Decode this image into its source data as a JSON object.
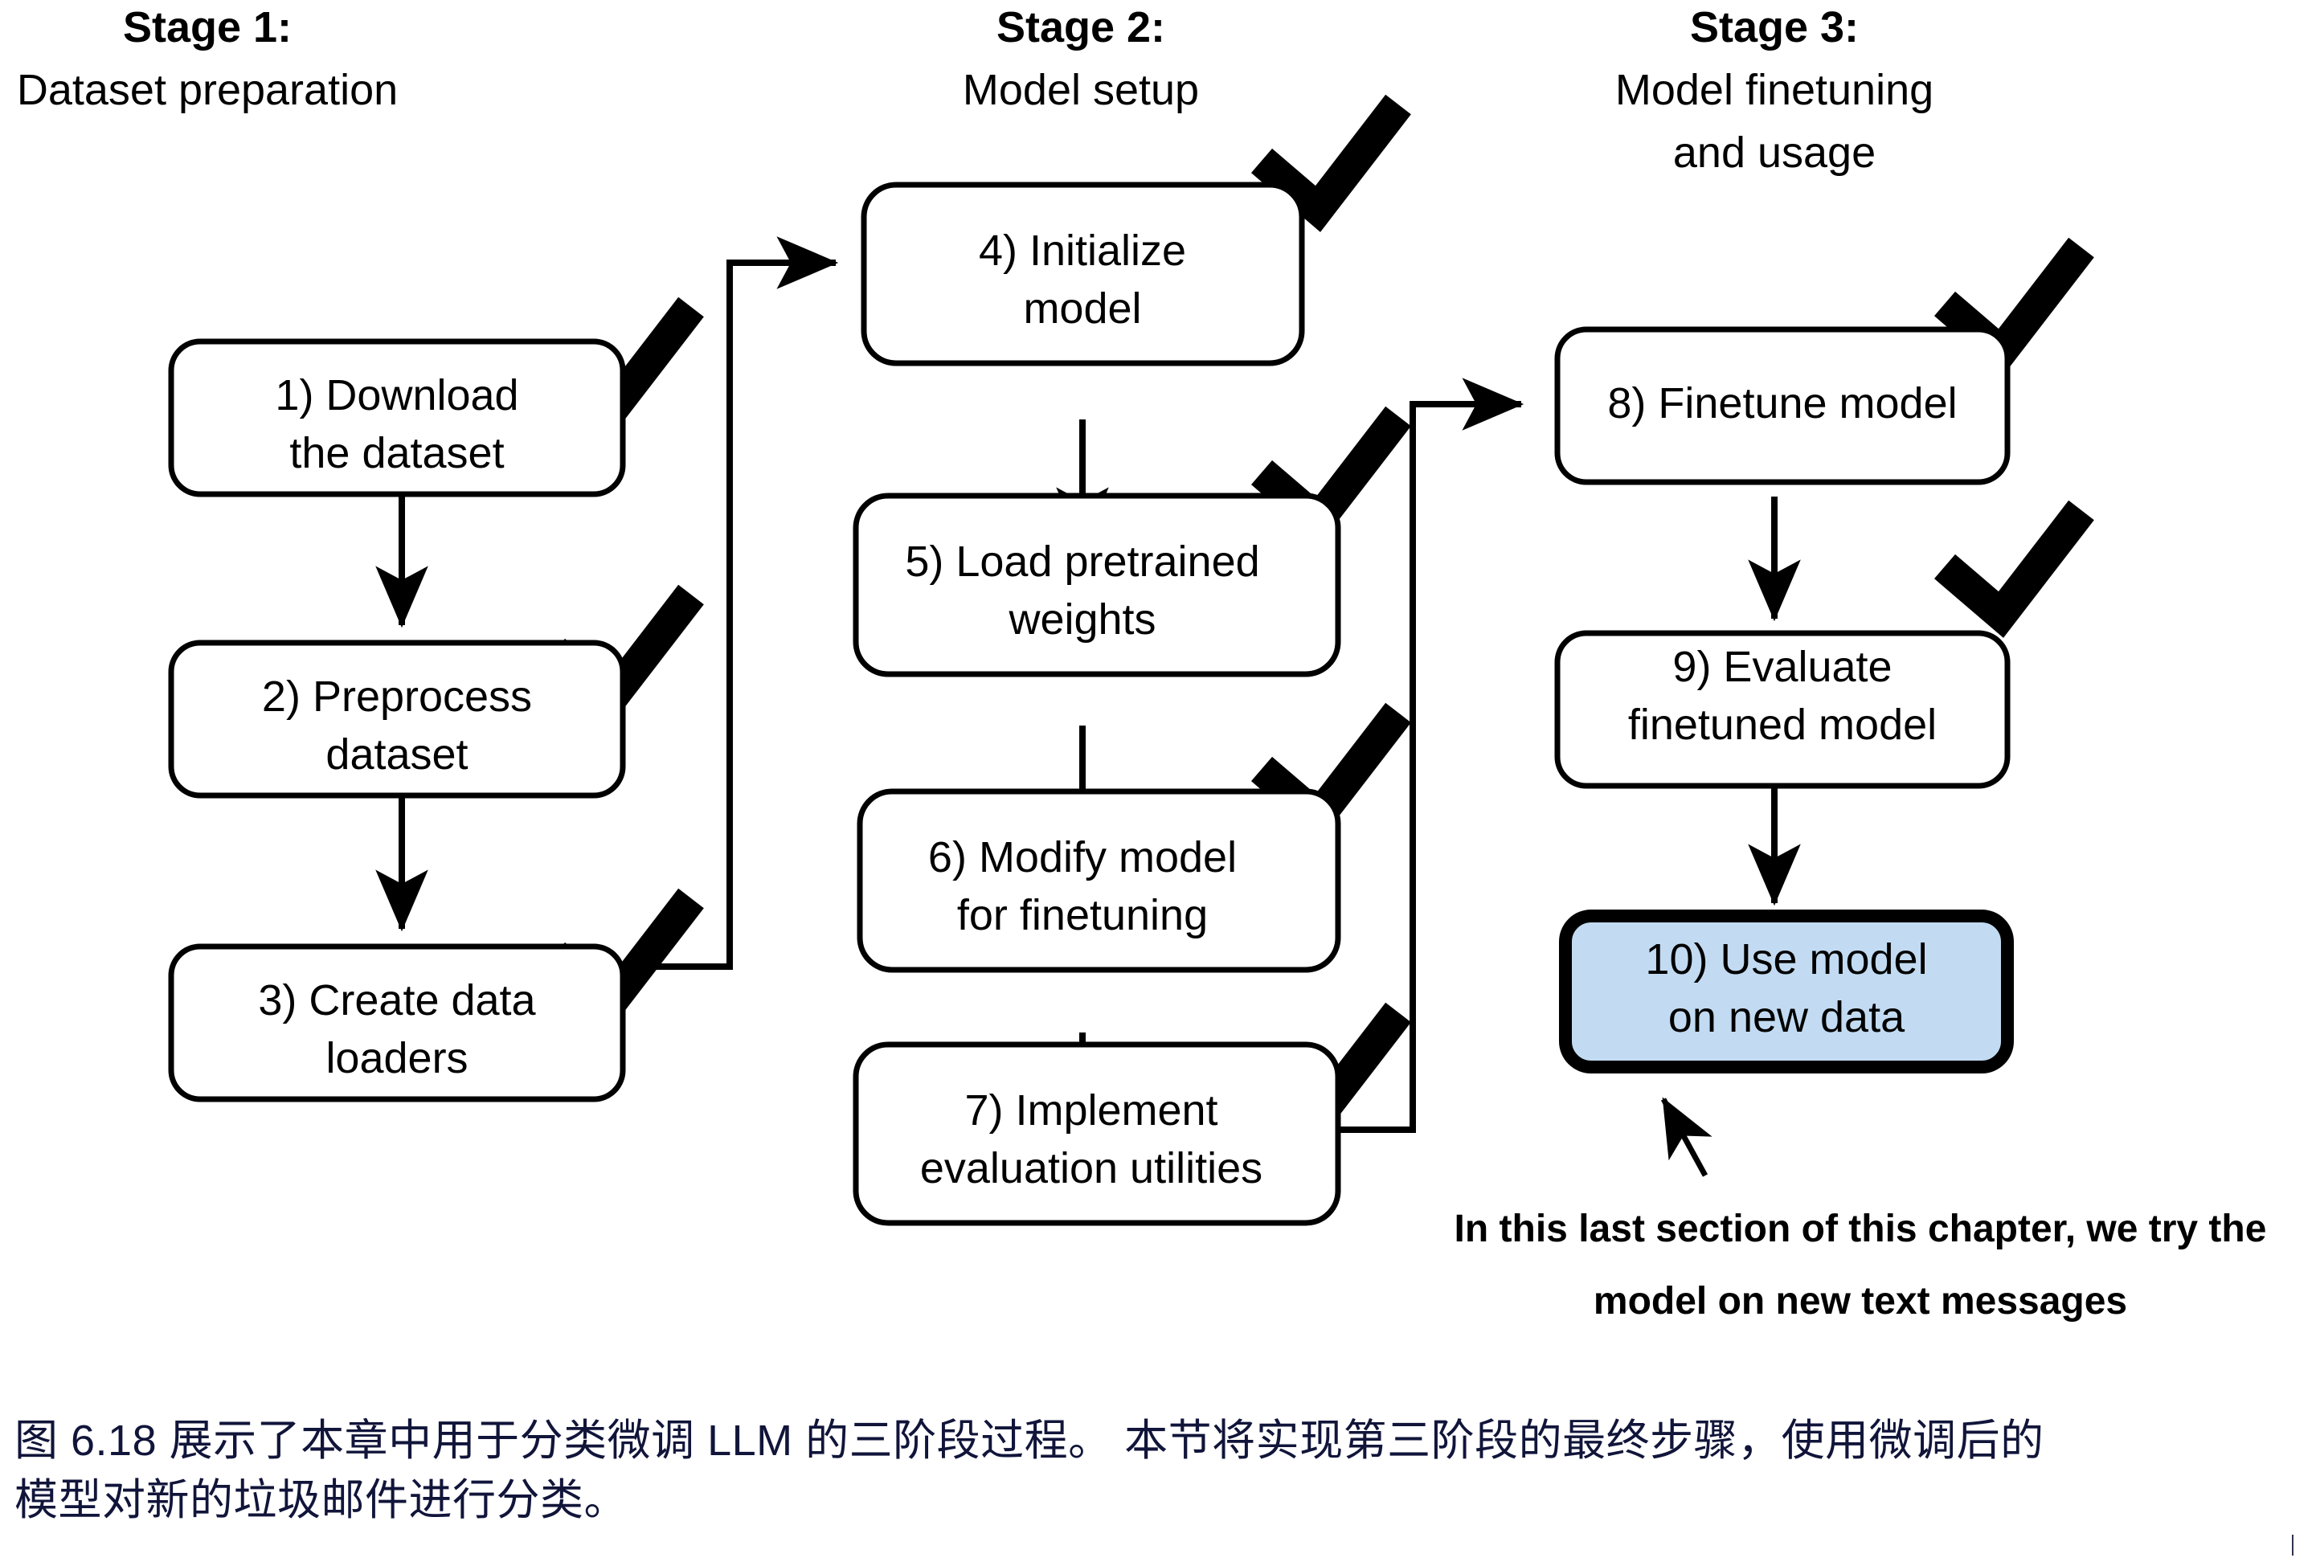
{
  "figure": {
    "stages": [
      {
        "id": "stage-1",
        "title": "Stage 1:",
        "subtitle_line1": "Dataset preparation",
        "subtitle_line2": ""
      },
      {
        "id": "stage-2",
        "title": "Stage 2:",
        "subtitle_line1": "Model setup",
        "subtitle_line2": ""
      },
      {
        "id": "stage-3",
        "title": "Stage 3:",
        "subtitle_line1": "Model finetuning",
        "subtitle_line2": "and usage"
      }
    ],
    "boxes": [
      {
        "id": "step-1",
        "line1": "1) Download",
        "line2": "the dataset",
        "checked": true,
        "highlight": false
      },
      {
        "id": "step-2",
        "line1": "2) Preprocess",
        "line2": "dataset",
        "checked": true,
        "highlight": false
      },
      {
        "id": "step-3",
        "line1": "3) Create data",
        "line2": "loaders",
        "checked": true,
        "highlight": false
      },
      {
        "id": "step-4",
        "line1": "4) Initialize",
        "line2": "model",
        "checked": true,
        "highlight": false
      },
      {
        "id": "step-5",
        "line1": "5) Load pretrained",
        "line2": "weights",
        "checked": true,
        "highlight": false
      },
      {
        "id": "step-6",
        "line1": "6) Modify model",
        "line2": "for finetuning",
        "checked": true,
        "highlight": false
      },
      {
        "id": "step-7",
        "line1": "7) Implement",
        "line2": "evaluation utilities",
        "checked": true,
        "highlight": false
      },
      {
        "id": "step-8",
        "line1": "8) Finetune model",
        "line2": "",
        "checked": true,
        "highlight": false
      },
      {
        "id": "step-9",
        "line1": "9) Evaluate",
        "line2": "finetuned model",
        "checked": true,
        "highlight": false
      },
      {
        "id": "step-10",
        "line1": "10) Use model",
        "line2": "on new data",
        "checked": false,
        "highlight": true
      }
    ],
    "annotation": {
      "line1": "In this last section of this chapter, we try the",
      "line2": "model on new text messages"
    },
    "colors": {
      "highlight_fill": "#c2dbf2",
      "stroke": "#000000",
      "caption_text": "#11153a",
      "background": "#ffffff"
    }
  },
  "caption": {
    "line1": "图 6.18 展示了本章中用于分类微调 LLM 的三阶段过程。 本节将实现第三阶段的最终步骤，使用微调后的",
    "line2": "模型对新的垃圾邮件进行分类。"
  }
}
